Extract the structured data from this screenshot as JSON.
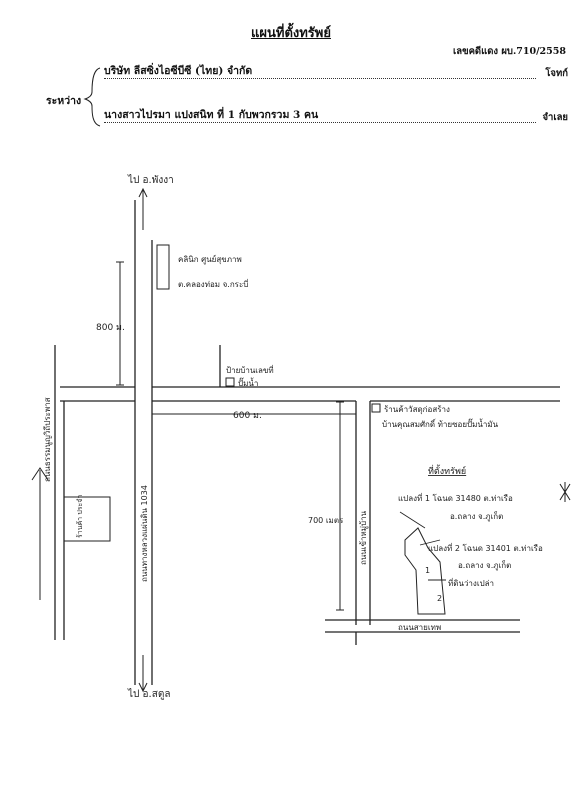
{
  "header": {
    "title": "แผนที่ตั้งทรัพย์",
    "case_number": "เลขคดีแดง ผบ.710/2558",
    "between_label": "ระหว่าง",
    "plaintiff": "บริษัท ลีสซิ่งไอซีบีซี (ไทย) จำกัด",
    "plaintiff_role": "โจทก์",
    "defendant": "นางสาวไปรมา แปงสนิท ที่ 1 กับพวกรวม 3 คน",
    "defendant_role": "จำเลย"
  },
  "map": {
    "north_label": "ไป อ.พังงา",
    "south_label": "ไป อ.สตูล",
    "west_road_label": "ถนนธรรมนูญวิถีประพาส",
    "main_road_label": "ถนนทางหลวงแผ่นดิน 1034",
    "bottom_road_label": "ถนนสายเทพ",
    "side_road_label": "ถนนเข้าหมู่บ้าน",
    "dist_north": "800 ม.",
    "dist_east": "600 ม.",
    "dist_south": "700 เมตร",
    "landmark_clinic": "คลินิก ศูนย์สุขภาพ",
    "landmark_clinic_sub": "ต.คลองท่อม จ.กระบี่",
    "landmark_school": "ป้ายบ้านเลขที่",
    "landmark_school_sub": "ปั๊มน้ำ",
    "landmark_shop": "ร้านค้าวัสดุก่อสร้าง",
    "landmark_shop_sub": "บ้านคุณสมศักดิ์ ท้ายซอยปั๊มน้ำมัน",
    "small_box_label": "ร้านค้า ประจำ",
    "property_heading": "ที่ตั้งทรัพย์",
    "plot1": "แปลงที่ 1 โฉนด 31480 ต.ท่าเรือ",
    "plot1_sub": "อ.ถลาง จ.ภูเก็ต",
    "plot2": "แปลงที่ 2 โฉนด 31401 ต.ท่าเรือ",
    "plot2_sub": "อ.ถลาง จ.ภูเก็ต",
    "plot2_note": "ที่ดินว่างเปล่า",
    "plot_num_1": "1",
    "plot_num_2": "2"
  }
}
